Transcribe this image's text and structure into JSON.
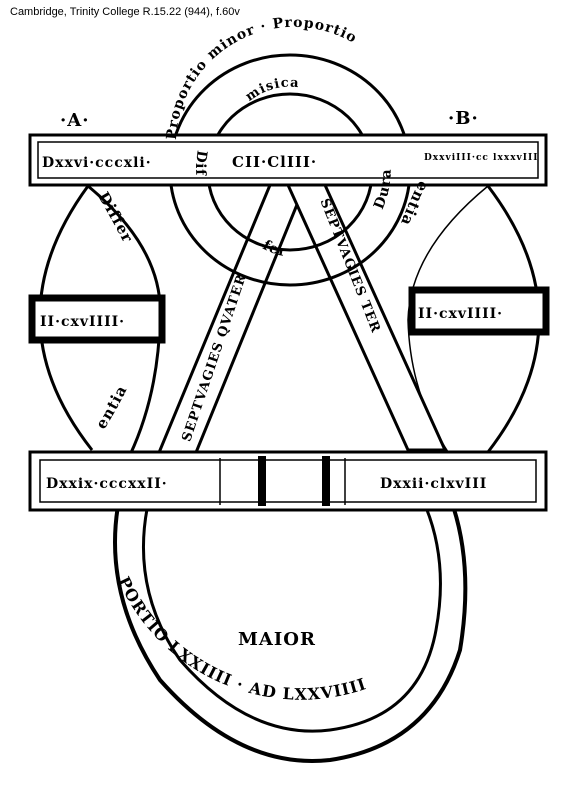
{
  "caption": "Cambridge, Trinity College R.15.22 (944), f.60v",
  "corner_labels": {
    "left": "·A·",
    "right": "·B·"
  },
  "top_ring": {
    "outer_text": "Proportio minor · Proportio",
    "inner_top": "misica",
    "inner_left": "Dif",
    "inner_right": "Dura",
    "inner_bottom": "fer"
  },
  "boxes": {
    "top_left": "Dxxvi·cccxli·",
    "top_center": "CII·ClIII·",
    "top_right": "DxxviIII·cc lxxxvIII",
    "mid_left": "II·cxvIIII·",
    "mid_right": "II·cxvIIII·",
    "bottom_left": "Dxxix·cccxxII·",
    "bottom_right": "Dxxii·clxvIII"
  },
  "arcs": {
    "left_upper": "Differ",
    "left_lower": "entia",
    "right_upper": "entia"
  },
  "triangle": {
    "left_leg": "SEPTVAGIES QVATER",
    "right_leg": "SEPTVAGIES TER"
  },
  "bottom_ring": {
    "center_label": "MAIOR",
    "outer_text": "PORTIO LXXIIII · AD LXXVIIII"
  }
}
